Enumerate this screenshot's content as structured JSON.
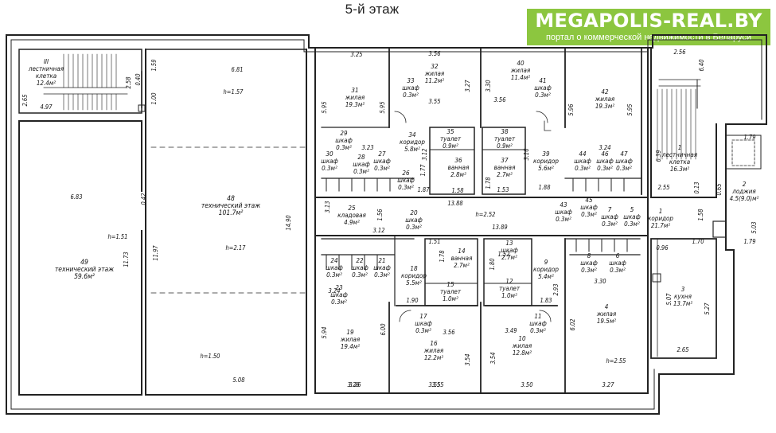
{
  "title": "5-й этаж",
  "brand": {
    "name": "MEGAPOLIS-REAL.BY",
    "tagline": "портал о коммерческой недвижимости в Беларуси",
    "color": "#8cc63f"
  },
  "rooms": [
    {
      "id": "r1",
      "n": "1",
      "name": "лестничная",
      "name2": "клетка",
      "area": "16.3м²"
    },
    {
      "id": "r2",
      "n": "2",
      "name": "лоджия",
      "area": "4.5(9.0)м²"
    },
    {
      "id": "r3",
      "n": "3",
      "name": "кухня",
      "area": "13.7м²"
    },
    {
      "id": "r4",
      "n": "4",
      "name": "жилая",
      "area": "19.5м²"
    },
    {
      "id": "r5",
      "n": "5",
      "name": "шкаф",
      "area": "0.3м²"
    },
    {
      "id": "r6",
      "n": "6",
      "name": "шкаф",
      "area": "0.3м²"
    },
    {
      "id": "r7",
      "n": "7",
      "name": "шкаф",
      "area": "0.3м²"
    },
    {
      "id": "r8",
      "n": "8",
      "name": "шкаф",
      "area": "0.3м²"
    },
    {
      "id": "r9",
      "n": "9",
      "name": "коридор",
      "area": "5.4м²"
    },
    {
      "id": "r10",
      "n": "10",
      "name": "жилая",
      "area": "12.8м²"
    },
    {
      "id": "r11",
      "n": "11",
      "name": "шкаф",
      "area": "0.3м²"
    },
    {
      "id": "r12",
      "n": "12",
      "name": "туалет",
      "area": "1.0м²"
    },
    {
      "id": "r13",
      "n": "13",
      "name": "шкаф",
      "area": "2.7м²"
    },
    {
      "id": "r14",
      "n": "14",
      "name": "ванная",
      "area": "2.7м²"
    },
    {
      "id": "r15",
      "n": "15",
      "name": "туалет",
      "area": "1.0м²"
    },
    {
      "id": "r16",
      "n": "16",
      "name": "жилая",
      "area": "12.2м²"
    },
    {
      "id": "r17",
      "n": "17",
      "name": "шкаф",
      "area": "0.3м²"
    },
    {
      "id": "r18",
      "n": "18",
      "name": "коридор",
      "area": "5.5м²"
    },
    {
      "id": "r19",
      "n": "19",
      "name": "жилая",
      "area": "19.4м²"
    },
    {
      "id": "r20",
      "n": "20",
      "name": "шкаф",
      "area": "0.3м²"
    },
    {
      "id": "r21",
      "n": "21",
      "name": "шкаф",
      "area": "0.3м²"
    },
    {
      "id": "r22",
      "n": "22",
      "name": "шкаф",
      "area": "0.3м²"
    },
    {
      "id": "r23",
      "n": "23",
      "name": "шкаф",
      "area": "0.3м²"
    },
    {
      "id": "r24",
      "n": "24",
      "name": "шкаф",
      "area": "0.3м²"
    },
    {
      "id": "r25",
      "n": "25",
      "name": "кладовая",
      "area": "4.9м²"
    },
    {
      "id": "r26",
      "n": "26",
      "name": "шкаф",
      "area": "0.3м²"
    },
    {
      "id": "r27",
      "n": "27",
      "name": "шкаф",
      "area": "0.3м²"
    },
    {
      "id": "r28",
      "n": "28",
      "name": "шкаф",
      "area": "0.3м²"
    },
    {
      "id": "r29",
      "n": "29",
      "name": "шкаф",
      "area": "0.3м²"
    },
    {
      "id": "r30",
      "n": "30",
      "name": "шкаф",
      "area": "0.3м²"
    },
    {
      "id": "r31",
      "n": "31",
      "name": "жилая",
      "area": "19.3м²"
    },
    {
      "id": "r32",
      "n": "32",
      "name": "жилая",
      "area": "11.2м²"
    },
    {
      "id": "r33",
      "n": "33",
      "name": "шкаф",
      "area": "0.3м²"
    },
    {
      "id": "r34",
      "n": "34",
      "name": "коридор",
      "area": "5.8м²"
    },
    {
      "id": "r35",
      "n": "35",
      "name": "туалет",
      "area": "0.9м²"
    },
    {
      "id": "r36",
      "n": "36",
      "name": "ванная",
      "area": "2.8м²"
    },
    {
      "id": "r37",
      "n": "37",
      "name": "ванная",
      "area": "2.7м²"
    },
    {
      "id": "r38",
      "n": "38",
      "name": "туалет",
      "area": "0.9м²"
    },
    {
      "id": "r39",
      "n": "39",
      "name": "коридор",
      "area": "5.6м²"
    },
    {
      "id": "r40",
      "n": "40",
      "name": "жилая",
      "area": "11.4м²"
    },
    {
      "id": "r41",
      "n": "41",
      "name": "шкаф",
      "area": "0.3м²"
    },
    {
      "id": "r42",
      "n": "42",
      "name": "жилая",
      "area": "19.3м²"
    },
    {
      "id": "r43",
      "n": "43",
      "name": "шкаф",
      "area": "0.3м²"
    },
    {
      "id": "r44",
      "n": "44",
      "name": "шкаф",
      "area": "0.3м²"
    },
    {
      "id": "r45",
      "n": "45",
      "name": "шкаф",
      "area": "0.3м²"
    },
    {
      "id": "r46",
      "n": "46",
      "name": "шкаф",
      "area": "0.3м²"
    },
    {
      "id": "r47",
      "n": "47",
      "name": "шкаф",
      "area": "0.3м²"
    },
    {
      "id": "r48",
      "n": "48",
      "name": "технический этаж",
      "area": "101.7м²"
    },
    {
      "id": "r49",
      "n": "49",
      "name": "технический этаж",
      "area": "59.6м²"
    },
    {
      "id": "rIII",
      "n": "III",
      "name": "лестничная",
      "name2": "клетка",
      "area": "12.4м²"
    },
    {
      "id": "rCorr1",
      "n": "1",
      "name": "коридор",
      "area": "21.7м²"
    }
  ],
  "dims": [
    "6.81",
    "h=1.57",
    "h=2.17",
    "h=1.50",
    "h=1.51",
    "6.83",
    "5.08",
    "14.90",
    "11.73",
    "11.97",
    "0.42",
    "2.58",
    "0.40",
    "1.59",
    "1.00",
    "2.65",
    "4.97",
    "3.25",
    "3.56",
    "3.55",
    "3.26",
    "5.95",
    "5.95",
    "3.27",
    "3.55",
    "3.30",
    "3.56",
    "5.96",
    "5.95",
    "2.56",
    "6.40",
    "6.39",
    "3.24",
    "3.23",
    "3.12",
    "1.87",
    "1.77",
    "1.58",
    "1.78",
    "1.53",
    "1.88",
    "3.16",
    "13.88",
    "h=2.52",
    "13.89",
    "3.13",
    "1.56",
    "3.12",
    "2.55",
    "0.13",
    "0.65",
    "1.70",
    "1.58",
    "1.79",
    "1.79",
    "5.03",
    "0.96",
    "5.07",
    "5.27",
    "2.65",
    "3.30",
    "2.93",
    "1.83",
    "6.02",
    "h=2.55",
    "3.27",
    "3.50",
    "3.49",
    "3.54",
    "3.56",
    "3.54",
    "3.55",
    "1.90",
    "1.51",
    "1.52",
    "1.80",
    "1.78",
    "6.00",
    "5.94",
    "3.24",
    "3.26"
  ]
}
